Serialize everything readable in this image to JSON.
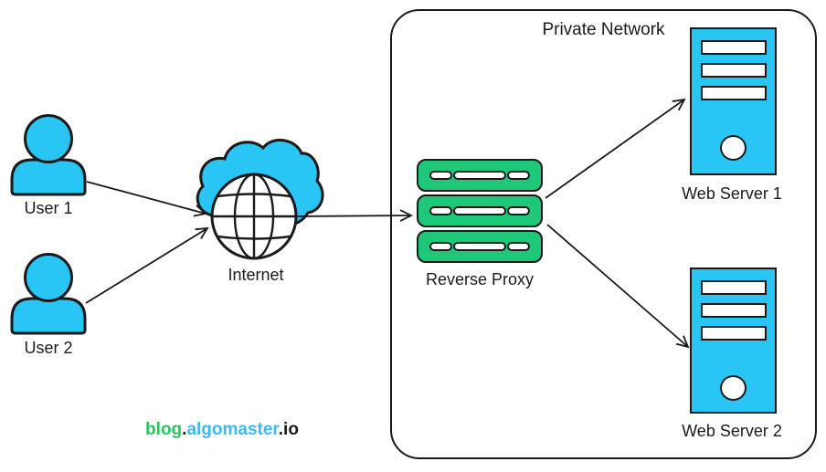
{
  "colors": {
    "node-fill": "#29C5F4",
    "proxy-fill": "#1EC878",
    "stroke": "#1a1a1a",
    "brand-green": "#2BC55D",
    "brand-blue": "#3DB9F2"
  },
  "diagram": {
    "container_label": "Private Network",
    "nodes": {
      "user1": {
        "label": "User 1",
        "icon": "person-icon"
      },
      "user2": {
        "label": "User 2",
        "icon": "person-icon"
      },
      "internet": {
        "label": "Internet",
        "icon": "cloud-globe-icon"
      },
      "reverse_proxy": {
        "label": "Reverse Proxy",
        "icon": "server-stack-icon"
      },
      "web_server1": {
        "label": "Web Server 1",
        "icon": "server-tower-icon"
      },
      "web_server2": {
        "label": "Web Server 2",
        "icon": "server-tower-icon"
      }
    },
    "edges": [
      {
        "from": "user1",
        "to": "internet"
      },
      {
        "from": "user2",
        "to": "internet"
      },
      {
        "from": "internet",
        "to": "reverse_proxy"
      },
      {
        "from": "reverse_proxy",
        "to": "web_server1"
      },
      {
        "from": "reverse_proxy",
        "to": "web_server2"
      }
    ]
  },
  "branding": {
    "part1": "blog",
    "dot1": ".",
    "part2": "algomaster",
    "dot2": ".",
    "part3": "io"
  }
}
